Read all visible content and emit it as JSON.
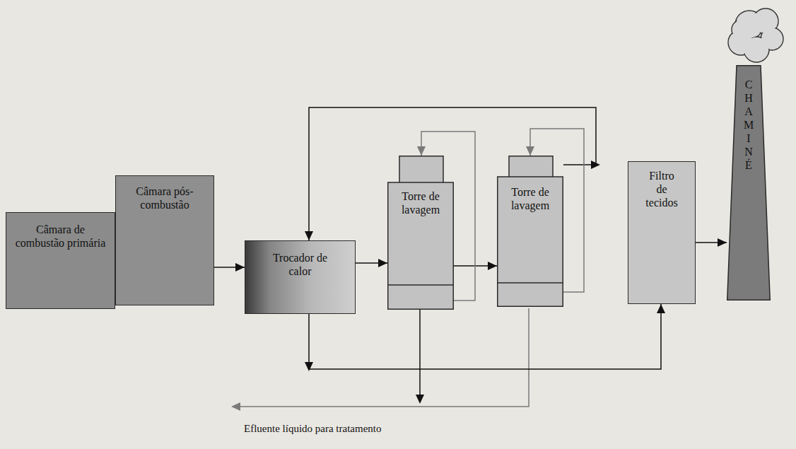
{
  "diagram": {
    "nodes": [
      {
        "text": [
          "Câmara de combustão primária"
        ]
      },
      {
        "text": [
          "Câmara pós-combustão"
        ]
      },
      {
        "text": [
          "Trocador de calor"
        ]
      },
      {
        "text": [
          "Torre de lavagem"
        ]
      },
      {
        "text": [
          "Torre de lavagem"
        ]
      },
      {
        "text": [
          "Filtro de tecidos"
        ]
      },
      {
        "text": [
          "CHAMINÉ"
        ]
      }
    ],
    "edges": [
      {
        "from": 1,
        "to": 2,
        "arrow": "to"
      },
      {
        "from": 2,
        "to": 3,
        "arrow": "to"
      },
      {
        "from": 3,
        "to": 4,
        "arrow": "to"
      },
      {
        "from": 4,
        "to": 2,
        "arrow": "to"
      },
      {
        "from": 2,
        "to": 5,
        "arrow": "to"
      },
      {
        "from": 5,
        "to": 6,
        "arrow": "to"
      },
      {
        "from": 3,
        "to": 3,
        "arrow": "to"
      },
      {
        "from": 4,
        "to": 4,
        "arrow": "to"
      }
    ],
    "labels": [
      "Efluente líquido para tratamento"
    ]
  }
}
